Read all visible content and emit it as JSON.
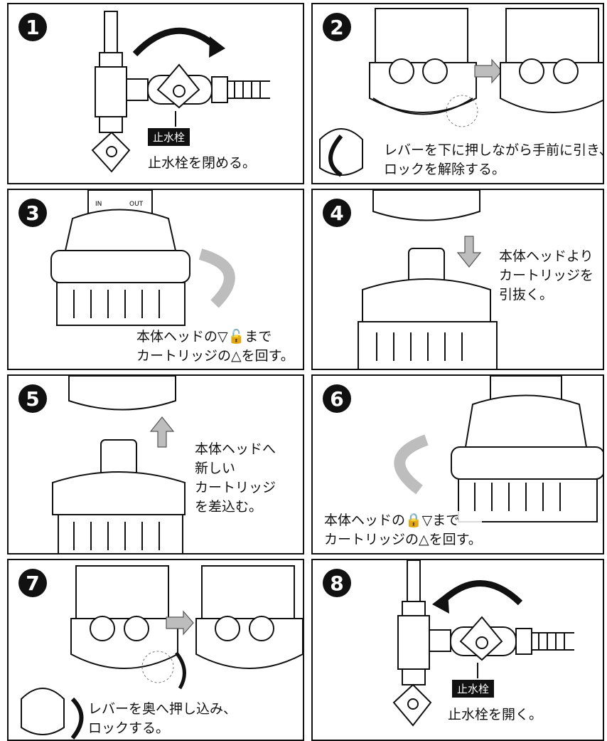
{
  "steps": [
    {
      "number": "1",
      "caption": "止水栓を閉める。",
      "tag": "止水栓"
    },
    {
      "number": "2",
      "caption": "レバーを下に押しながら手前に引き、\nロックを解除する。"
    },
    {
      "number": "3",
      "caption": "本体ヘッドの▽🔓まで\nカートリッジの△を回す。"
    },
    {
      "number": "4",
      "caption": "本体ヘッドより\nカートリッジを\n引抜く。"
    },
    {
      "number": "5",
      "caption": "本体ヘッドへ\n新しい\nカートリッジ\nを差込む。"
    },
    {
      "number": "6",
      "caption": "本体ヘッドの🔒▽まで\nカートリッジの△を回す。"
    },
    {
      "number": "7",
      "caption": "レバーを奥へ押し込み、\nロックする。"
    },
    {
      "number": "8",
      "caption": "止水栓を開く。",
      "tag": "止水栓"
    }
  ],
  "labels": {
    "in": "IN",
    "out": "OUT"
  },
  "colors": {
    "ink": "#111111",
    "arrow_fill": "#bdbdbd",
    "background": "#ffffff"
  }
}
